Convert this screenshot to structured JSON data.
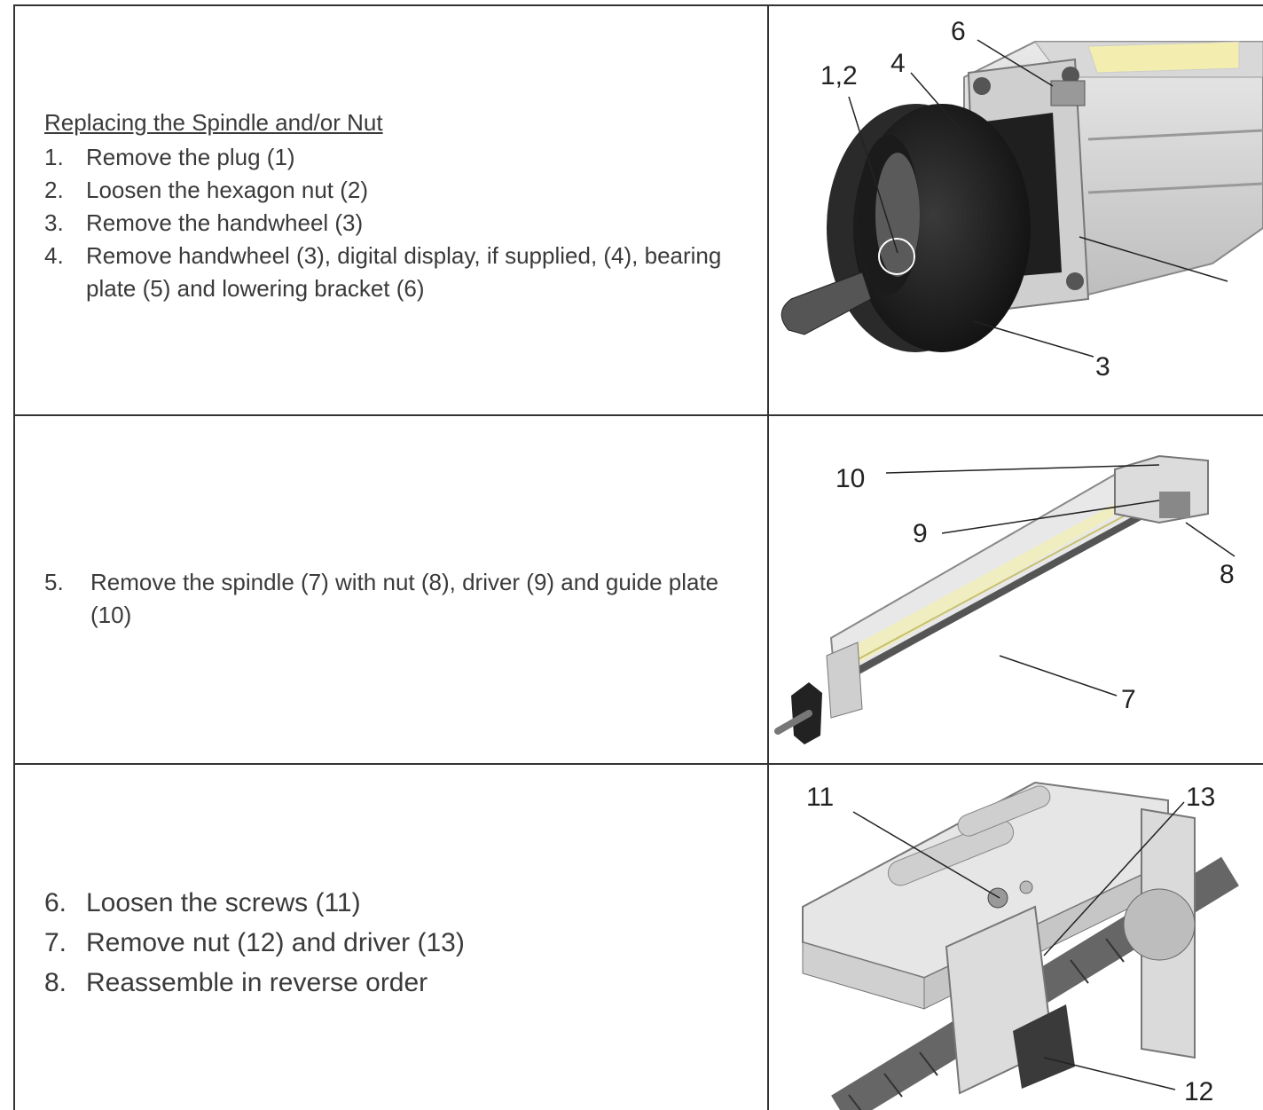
{
  "rows": [
    {
      "heading": "Replacing the Spindle and/or Nut",
      "steps": [
        {
          "num": "1.",
          "text": "Remove the plug (1)"
        },
        {
          "num": "2.",
          "text": "Loosen the hexagon nut (2)"
        },
        {
          "num": "3.",
          "text": "Remove the handwheel (3)"
        },
        {
          "num": "4.",
          "text": "Remove handwheel (3), digital display, if supplied, (4), bearing plate (5) and lowering bracket (6)"
        }
      ],
      "callouts": {
        "c12": "1,2",
        "c4": "4",
        "c6": "6",
        "c3": "3"
      }
    },
    {
      "steps": [
        {
          "num": "5.",
          "text": " Remove the spindle (7) with nut (8), driver (9) and guide plate (10)"
        }
      ],
      "callouts": {
        "c10": "10",
        "c9": "9",
        "c8": "8",
        "c7": "7"
      }
    },
    {
      "steps": [
        {
          "num": "6.",
          "text": "Loosen the screws (11)"
        },
        {
          "num": "7.",
          "text": "Remove nut (12) and driver (13)"
        },
        {
          "num": "8.",
          "text": "Reassemble in reverse order"
        }
      ],
      "callouts": {
        "c11": "11",
        "c13": "13",
        "c12": "12"
      }
    }
  ]
}
